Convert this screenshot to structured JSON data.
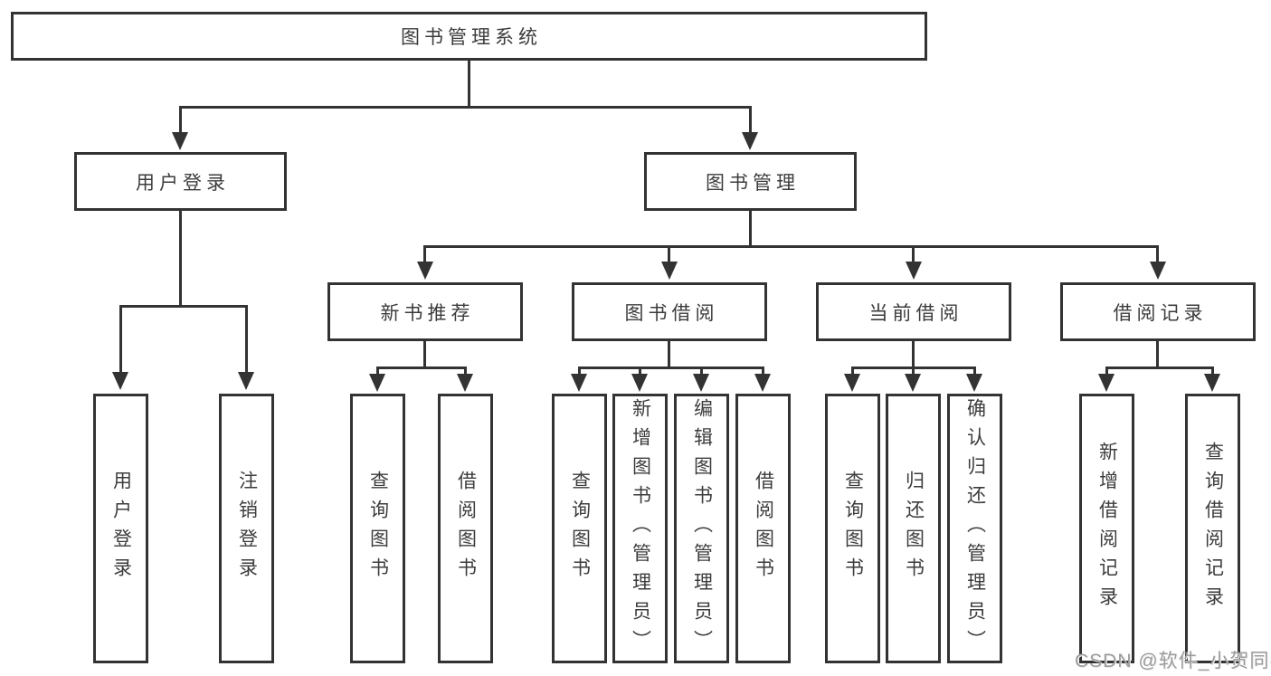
{
  "tree": {
    "label": "图书管理系统",
    "children": [
      {
        "label": "用户登录",
        "children": [
          {
            "label": "用户登录"
          },
          {
            "label": "注销登录"
          }
        ]
      },
      {
        "label": "图书管理",
        "children": [
          {
            "label": "新书推荐",
            "children": [
              {
                "label": "查询图书"
              },
              {
                "label": "借阅图书"
              }
            ]
          },
          {
            "label": "图书借阅",
            "children": [
              {
                "label": "查询图书"
              },
              {
                "label": "新增图书（管理员）"
              },
              {
                "label": "编辑图书（管理员）"
              },
              {
                "label": "借阅图书"
              }
            ]
          },
          {
            "label": "当前借阅",
            "children": [
              {
                "label": "查询图书"
              },
              {
                "label": "归还图书"
              },
              {
                "label": "确认归还（管理员）"
              }
            ]
          },
          {
            "label": "借阅记录",
            "children": [
              {
                "label": "新增借阅记录"
              },
              {
                "label": "查询借阅记录"
              }
            ]
          }
        ]
      }
    ]
  },
  "watermark": {
    "text": "CSDN @软件_小贺同学"
  },
  "colors": {
    "line": "#333333",
    "box_border": "#333333",
    "text": "#3c3c3c",
    "watermark_text": "#9b9b9b",
    "background": "#ffffff"
  }
}
